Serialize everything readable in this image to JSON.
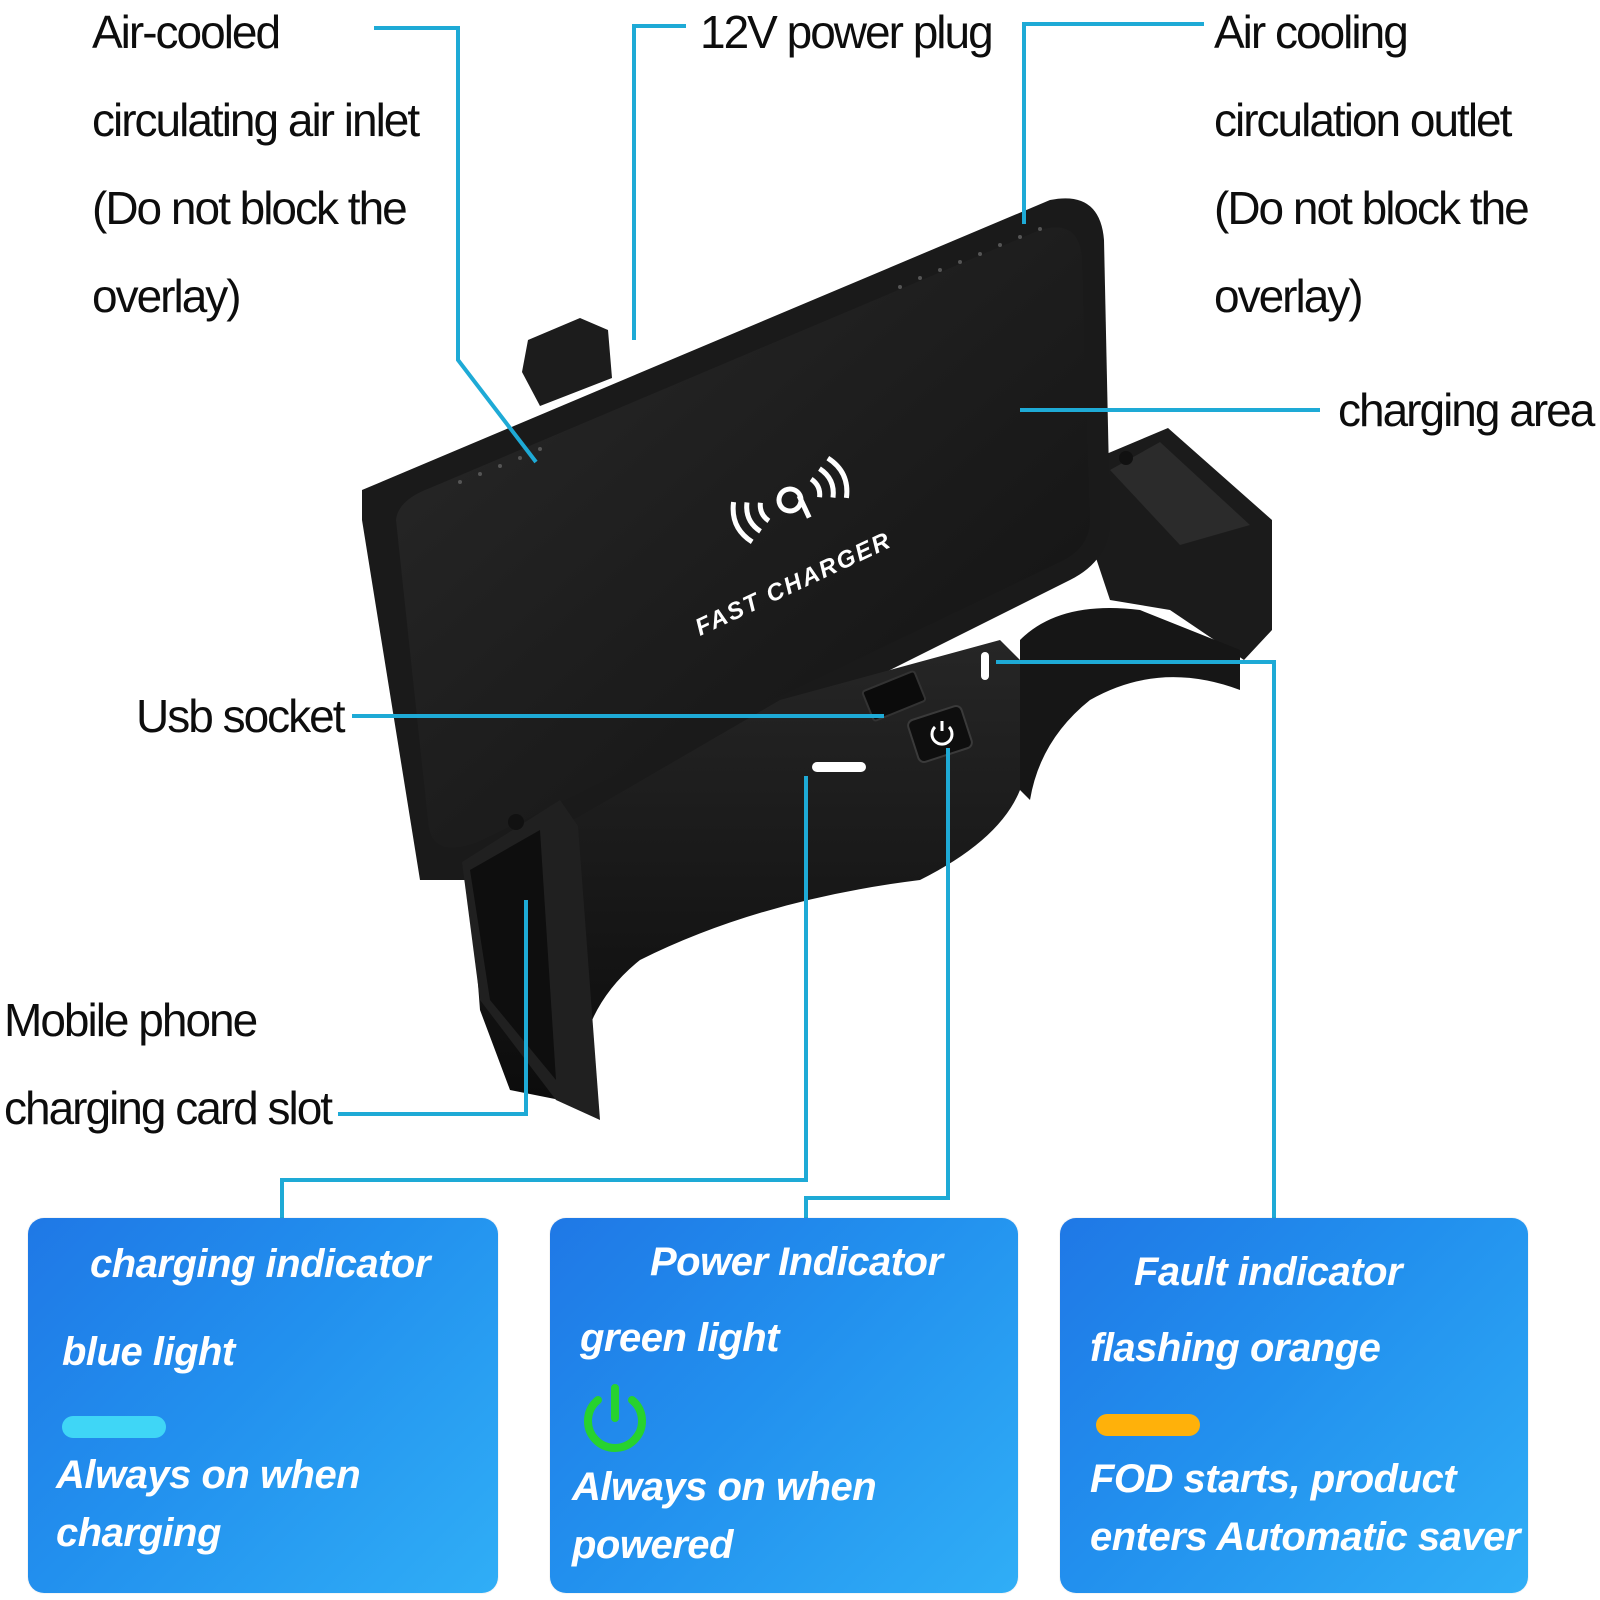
{
  "callouts": {
    "air_inlet": [
      "Air-cooled",
      "circulating air inlet",
      "(Do not block the",
      "overlay)"
    ],
    "power_plug": "12V power plug",
    "air_outlet": [
      "Air cooling",
      "circulation outlet",
      "(Do not block the",
      "overlay)"
    ],
    "charging_area": "charging area",
    "usb_socket": "Usb socket",
    "card_slot": [
      "Mobile phone",
      "charging card slot"
    ]
  },
  "device": {
    "logo_text": "FAST CHARGER"
  },
  "indicators": [
    {
      "title": "charging indicator",
      "color_name": "blue light",
      "swatch": "bar",
      "swatch_color": "#3fd6f6",
      "desc": [
        "Always on when",
        "charging"
      ]
    },
    {
      "title": "Power Indicator",
      "color_name": "green light",
      "swatch": "power-icon",
      "swatch_color": "#27d22e",
      "desc": [
        "Always on when",
        "powered"
      ]
    },
    {
      "title": "Fault indicator",
      "color_name": "flashing orange",
      "swatch": "bar",
      "swatch_color": "#ffb10a",
      "desc": [
        "FOD starts, product",
        "enters Automatic saver"
      ]
    }
  ],
  "colors": {
    "leader_line": "#1eaad6",
    "card_gradient_start": "#1f78e6",
    "card_gradient_end": "#30aef6",
    "device_body": "#1a1a1a"
  }
}
